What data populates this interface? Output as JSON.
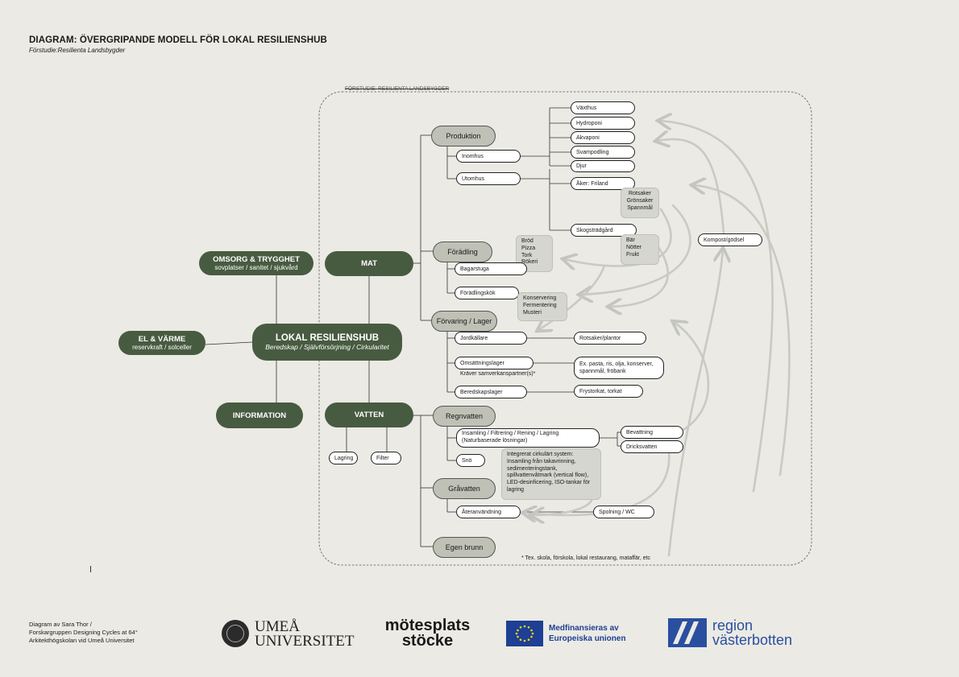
{
  "header": {
    "title": "DIAGRAM: ÖVERGRIPANDE MODELL FÖR LOKAL RESILIENSHUB",
    "subtitle": "Förstudie:Resilienta Landsbygder"
  },
  "region_label": "FÖRSTUDIE: RESILIENTA LANDSBYGDER",
  "hubs": {
    "main": {
      "title": "LOKAL RESILIENSHUB",
      "sub": "Beredskap / Självförsörjning / Cirkularitet"
    },
    "omsorg": {
      "title": "OMSORG & TRYGGHET",
      "sub": "sovplatser / sanitet / sjukvård"
    },
    "el": {
      "title": "EL & VÄRME",
      "sub": "reservkraft / solceller"
    },
    "information": {
      "title": "INFORMATION"
    },
    "mat": {
      "title": "MAT"
    },
    "vatten": {
      "title": "VATTEN"
    }
  },
  "categories": {
    "produktion": "Produktion",
    "foradling": "Förädling",
    "forvaring": "Förvaring / Lager",
    "regnvatten": "Regnvatten",
    "gravatten": "Gråvatten",
    "egen_brunn": "Egen brunn"
  },
  "nodes": {
    "inomhus": "Inomhus",
    "utomhus": "Utomhus",
    "vaxthus": "Växthus",
    "hydroponi": "Hydroponi",
    "akvaponi": "Akvaponi",
    "svampodling": "Svampodling",
    "djur": "Djur",
    "aker": "Åker: Friland",
    "skogstradgard": "Skogsträdgård",
    "kompost": "Kompost/gödsel",
    "bagarstuga": "Bagarstuga",
    "foradlingskok": "Förädlingskök",
    "jordkallare": "Jordkällare",
    "rotsaker_plantor": "Rotsaker/plantor",
    "omsattningslager": "Omsättningslager",
    "omsattningslager_note": "Kräver samverkanspartner(s)*",
    "ex_pasta": "Ex. pasta, ris, olja, konserver, spannmål, fröbank",
    "beredskapslager": "Beredskapslager",
    "frystorkat": "Frystorkat, torkat",
    "insamling": "Insamling / Filtrering / Rening / Lagring (Naturbaserade lösningar)",
    "sno": "Snö",
    "bevattning": "Bevattning",
    "dricksvatten": "Dricksvatten",
    "ateranvandning": "Återanvändning",
    "spolning": "Spolning / WC",
    "lagring": "Lagring",
    "filter": "Filter"
  },
  "notes": {
    "rotsaker": [
      "Rotsaker",
      "Grönsaker",
      "Spannmål"
    ],
    "bar": [
      "Bär",
      "Nötter",
      "Frukt"
    ],
    "brod": [
      "Bröd",
      "Pizza",
      "Tork",
      "Rökeri"
    ],
    "konservering": [
      "Konservering",
      "Fermentering",
      "Musteri"
    ],
    "integrerat": "Integrerat cirkulärt system: Insamling från takavrinning, sedimenteringstank, spillvattenvåtmark (vertical flow), LED-desinficering, ISO-tankar för lagring"
  },
  "footnote": "* Tex. skola, förskola, lokal restaurang, mataffär, etc",
  "footer": {
    "credit": [
      "Diagram av Sara Thor /",
      "Forskargruppen Designing Cycles at 64°",
      "Arkitekthögskolan vid Umeå Universitet"
    ],
    "logos": {
      "umea": [
        "UMEÅ",
        "UNIVERSITET"
      ],
      "motesplats": [
        "mötesplats",
        "stöcke"
      ],
      "eu": [
        "Medfinansieras av",
        "Europeiska unionen"
      ],
      "region": [
        "region",
        "västerbotten"
      ]
    }
  },
  "colors": {
    "background": "#ebeae4",
    "hub_green": "#475b40",
    "category_gray": "#bfc1b6",
    "note_gray": "#d5d6cf",
    "arrow_gray": "#c9cac4",
    "eu_blue": "#1d3f94",
    "region_blue": "#2a4fa0"
  }
}
